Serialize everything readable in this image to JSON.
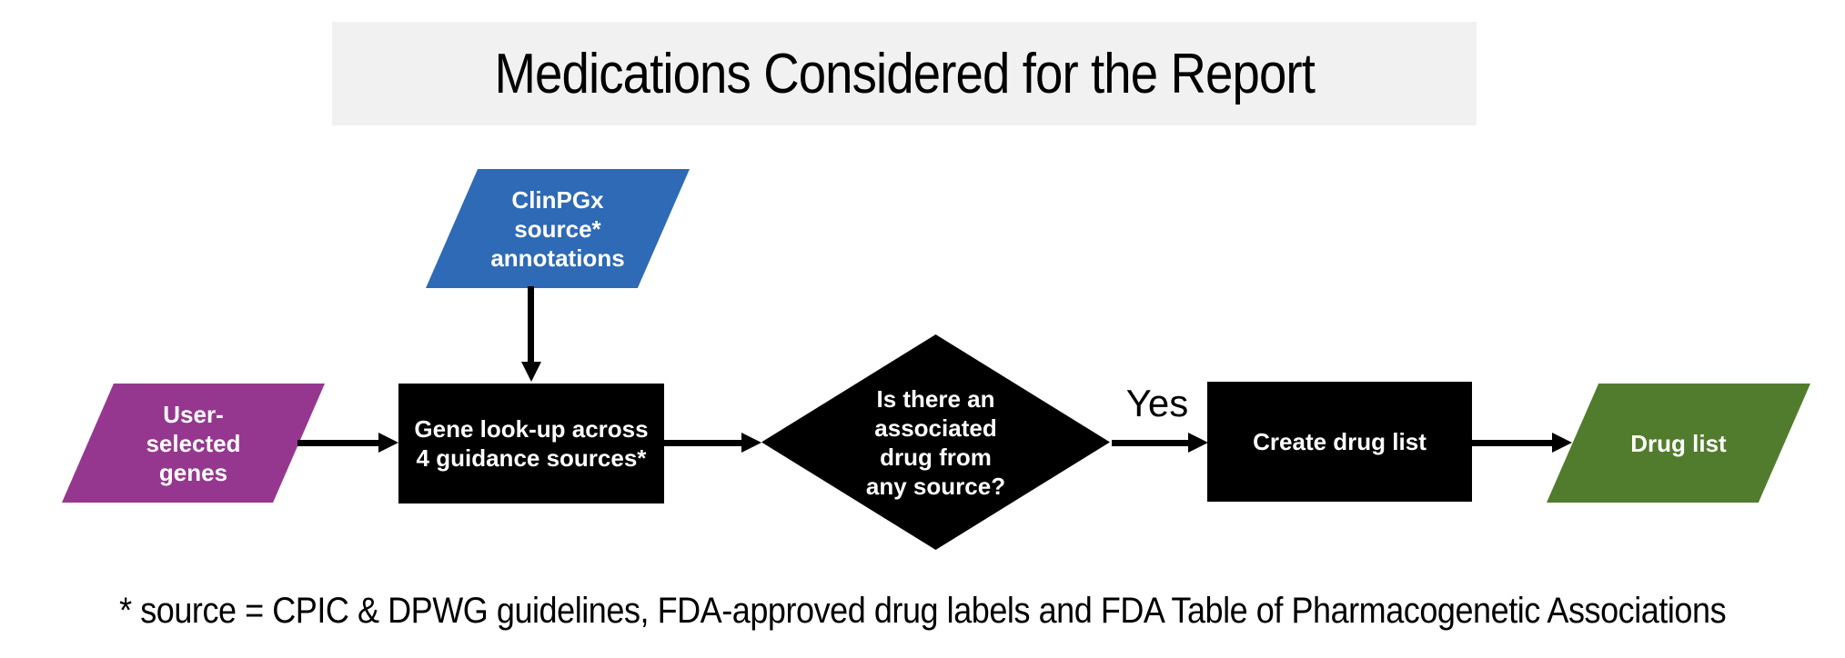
{
  "title": "Medications Considered for the Report",
  "footnote": "* source = CPIC & DPWG guidelines, FDA-approved drug labels and FDA Table of Pharmacogenetic Associations",
  "colors": {
    "title_background": "#F1F1F1",
    "clinpgx_blue": "#2E6AB5",
    "user_genes_purple": "#96378F",
    "drug_list_green": "#527C2D",
    "process_black": "#000000",
    "shape_text": "#FFFFFF",
    "arrow_black": "#000000"
  },
  "nodes": {
    "clinpgx": {
      "shape": "parallelogram",
      "lines": [
        "ClinPGx",
        "source*",
        "annotations"
      ]
    },
    "user_genes": {
      "shape": "parallelogram",
      "lines": [
        "User-",
        "selected",
        "genes"
      ]
    },
    "gene_lookup": {
      "shape": "process",
      "lines": [
        "Gene look-up across",
        "4 guidance sources*"
      ]
    },
    "decision": {
      "shape": "decision-diamond",
      "lines": [
        "Is there an",
        "associated",
        "drug from",
        "any source?"
      ]
    },
    "create_drug_list": {
      "shape": "process",
      "label": "Create drug list"
    },
    "drug_list": {
      "shape": "parallelogram",
      "label": "Drug list"
    }
  },
  "edges": {
    "yes_label": "Yes"
  }
}
